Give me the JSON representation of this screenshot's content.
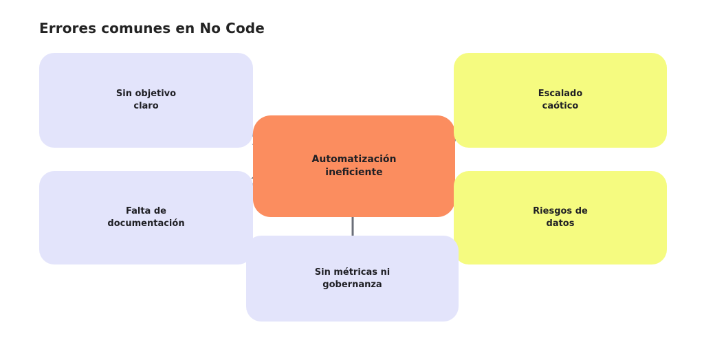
{
  "title": "Errores comunes en No Code",
  "colors": {
    "background": "#ffffff",
    "title_text": "#232323",
    "node_text": "#1f1f24",
    "lavender": "#e3e4fb",
    "orange": "#fb8d5f",
    "yellow": "#f5fb80",
    "arrow": "#6b6f79"
  },
  "nodes": {
    "cause_top_left": {
      "label": "Sin objetivo\nclaro",
      "color": "#e3e4fb"
    },
    "cause_bottom_left": {
      "label": "Falta de\ndocumentación",
      "color": "#e3e4fb"
    },
    "center": {
      "label": "Automatización\nineficiente",
      "color": "#fb8d5f"
    },
    "effect_top_right": {
      "label": "Escalado\ncaótico",
      "color": "#f5fb80"
    },
    "effect_bottom_right": {
      "label": "Riesgos de\ndatos",
      "color": "#f5fb80"
    },
    "effect_bottom_center": {
      "label": "Sin métricas ni\ngobernanza",
      "color": "#e3e4fb"
    }
  },
  "edges": [
    {
      "name": "sin-objetivo-to-center",
      "from": "cause_top_left",
      "to": "center",
      "direction": "down-right"
    },
    {
      "name": "falta-documentacion-to-center",
      "from": "cause_bottom_left",
      "to": "center",
      "direction": "up-right"
    },
    {
      "name": "center-to-escalado",
      "from": "center",
      "to": "effect_top_right",
      "direction": "up-right"
    },
    {
      "name": "center-to-riesgos",
      "from": "center",
      "to": "effect_bottom_right",
      "direction": "down-right"
    },
    {
      "name": "center-to-sin-metricas",
      "from": "center",
      "to": "effect_bottom_center",
      "direction": "down"
    }
  ]
}
